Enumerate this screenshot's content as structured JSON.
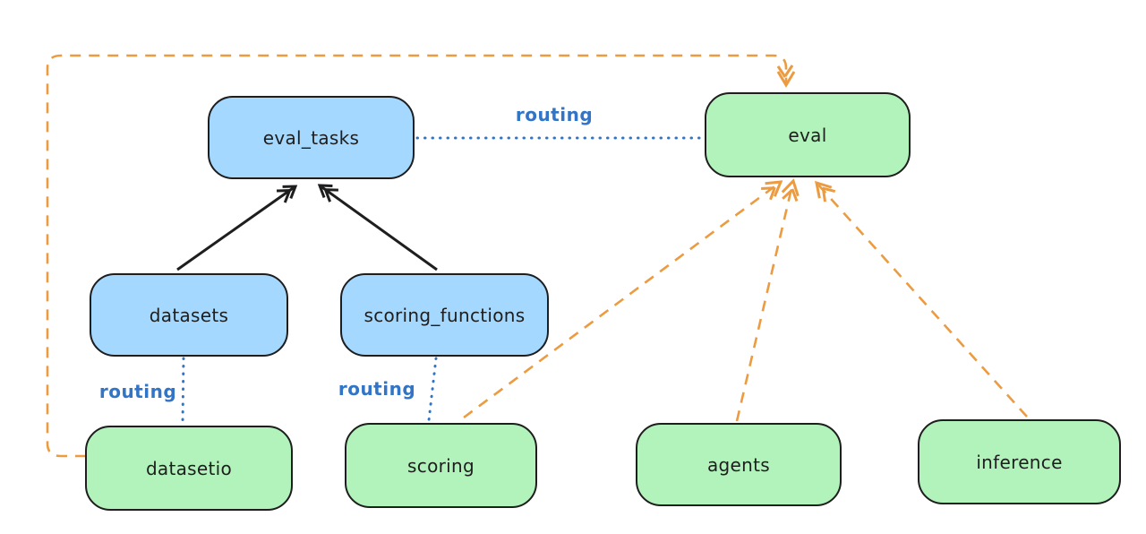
{
  "diagram": {
    "type": "flow-diagram",
    "nodes": [
      {
        "id": "eval_tasks",
        "label": "eval_tasks",
        "fill": "blue"
      },
      {
        "id": "eval",
        "label": "eval",
        "fill": "green"
      },
      {
        "id": "datasets",
        "label": "datasets",
        "fill": "blue"
      },
      {
        "id": "scoring_functions",
        "label": "scoring_functions",
        "fill": "blue"
      },
      {
        "id": "datasetio",
        "label": "datasetio",
        "fill": "green"
      },
      {
        "id": "scoring",
        "label": "scoring",
        "fill": "green"
      },
      {
        "id": "agents",
        "label": "agents",
        "fill": "green"
      },
      {
        "id": "inference",
        "label": "inference",
        "fill": "green"
      }
    ],
    "edges": [
      {
        "from": "datasets",
        "to": "eval_tasks",
        "style": "solid",
        "color": "black",
        "arrow": true
      },
      {
        "from": "scoring_functions",
        "to": "eval_tasks",
        "style": "solid",
        "color": "black",
        "arrow": true
      },
      {
        "from": "eval_tasks",
        "to": "eval",
        "style": "dotted",
        "color": "blue",
        "arrow": false,
        "label": "routing"
      },
      {
        "from": "datasets",
        "to": "datasetio",
        "style": "dotted",
        "color": "blue",
        "arrow": false,
        "label": "routing"
      },
      {
        "from": "scoring_functions",
        "to": "scoring",
        "style": "dotted",
        "color": "blue",
        "arrow": false,
        "label": "routing"
      },
      {
        "from": "datasetio",
        "to": "eval",
        "style": "dashed",
        "color": "orange",
        "arrow": true
      },
      {
        "from": "scoring",
        "to": "eval",
        "style": "dashed",
        "color": "orange",
        "arrow": true
      },
      {
        "from": "agents",
        "to": "eval",
        "style": "dashed",
        "color": "orange",
        "arrow": true
      },
      {
        "from": "inference",
        "to": "eval",
        "style": "dashed",
        "color": "orange",
        "arrow": true
      }
    ],
    "colors": {
      "fill_blue": "#a5d8ff",
      "fill_green": "#b2f2bb",
      "stroke_dark": "#1e1e1e",
      "edge_orange": "#ec9b40",
      "edge_blue": "#3274c6",
      "bg": "#ffffff"
    }
  }
}
